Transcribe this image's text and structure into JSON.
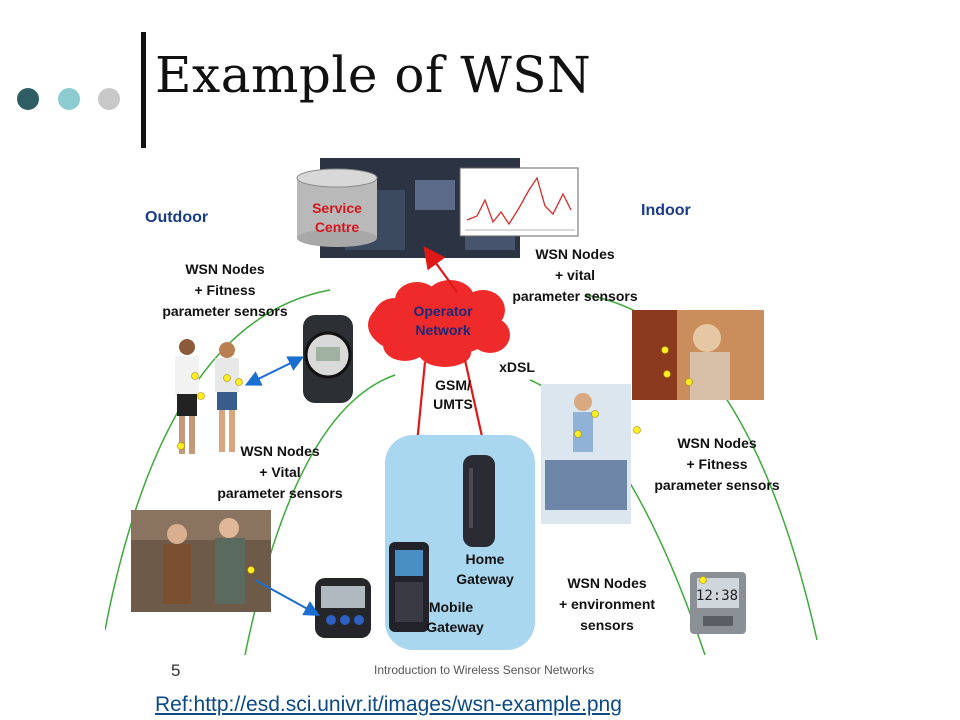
{
  "slide": {
    "title": "Example of WSN",
    "number": "5",
    "footer": "Introduction to Wireless Sensor Networks",
    "reference": "Ref:http://esd.sci.univr.it/images/wsn-example.png",
    "accent_colors": [
      "#2e5e63",
      "#8ccbd0",
      "#c8c8c8"
    ]
  },
  "diagram": {
    "outdoor": "Outdoor",
    "indoor": "Indoor",
    "service_centre": [
      "Service",
      "Centre"
    ],
    "operator_network": [
      "Operator",
      "Network"
    ],
    "gsm": [
      "GSM/",
      "UMTS"
    ],
    "xdsl": "xDSL",
    "home_gateway": [
      "Home",
      "Gateway"
    ],
    "mobile_gateway": [
      "Mobile",
      "Gateway"
    ],
    "outdoor_fitness": [
      "WSN Nodes",
      "+ Fitness",
      "parameter sensors"
    ],
    "outdoor_vital": [
      "WSN Nodes",
      "+ Vital",
      "parameter sensors"
    ],
    "indoor_vital": [
      "WSN Nodes",
      "+ vital",
      "parameter sensors"
    ],
    "indoor_fitness": [
      "WSN Nodes",
      "+ Fitness",
      "parameter sensors"
    ],
    "indoor_env": [
      "WSN Nodes",
      "+ environment",
      "sensors"
    ],
    "clock": "12:38"
  }
}
